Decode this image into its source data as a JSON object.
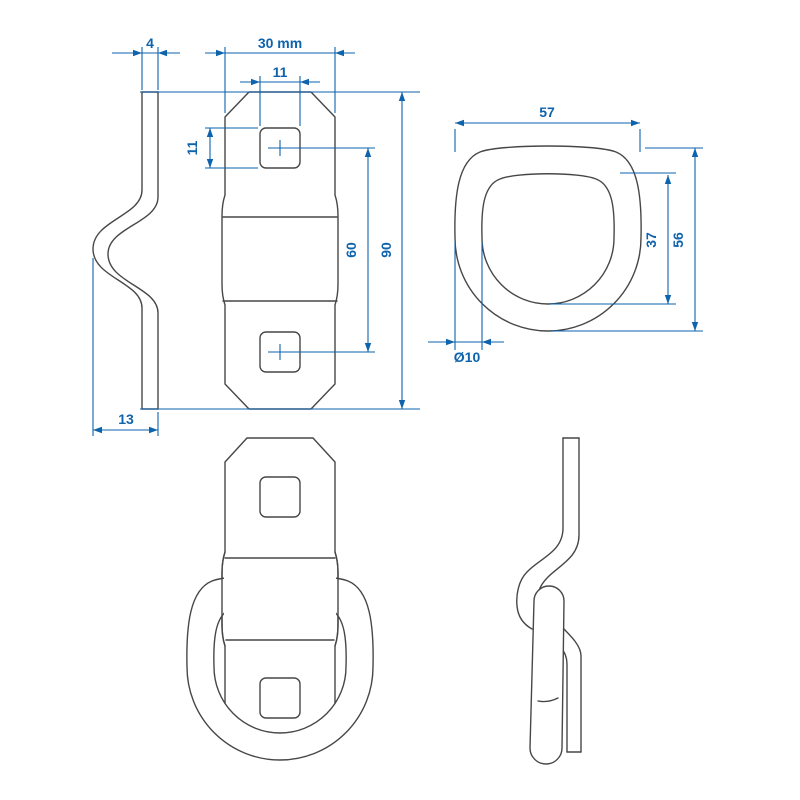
{
  "drawing": {
    "colors": {
      "dimension_accent": "#0e63ad",
      "part_outline": "#474747",
      "background": "#ffffff"
    },
    "views": {
      "bracket_side_profile": {
        "dims": {
          "material_thickness": "4",
          "bend_depth": "13"
        }
      },
      "bracket_front": {
        "dims": {
          "plate_width": "30 mm",
          "hole_width": "11",
          "hole_height": "11",
          "hole_spacing": "60",
          "plate_height": "90"
        }
      },
      "dring_front": {
        "dims": {
          "ring_width": "57",
          "ring_inner_height": "37",
          "ring_height": "56",
          "wire_diameter": "Ø10"
        }
      }
    }
  }
}
